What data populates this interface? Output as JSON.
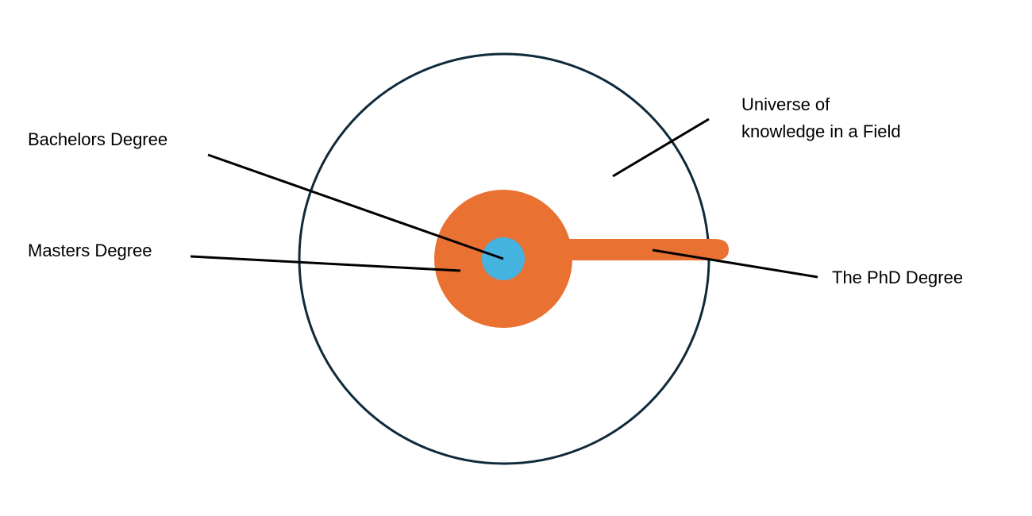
{
  "labels": {
    "bachelors": "Bachelors Degree",
    "masters": "Masters Degree",
    "universe_line1": "Universe of",
    "universe_line2": "knowledge in a Field",
    "phd": "The PhD Degree"
  },
  "colors": {
    "universe_stroke": "#0f2a3a",
    "masters_fill": "#e97132",
    "bachelors_fill": "#45b3e0",
    "phd_fill": "#e97132",
    "leader_line": "#000000"
  }
}
